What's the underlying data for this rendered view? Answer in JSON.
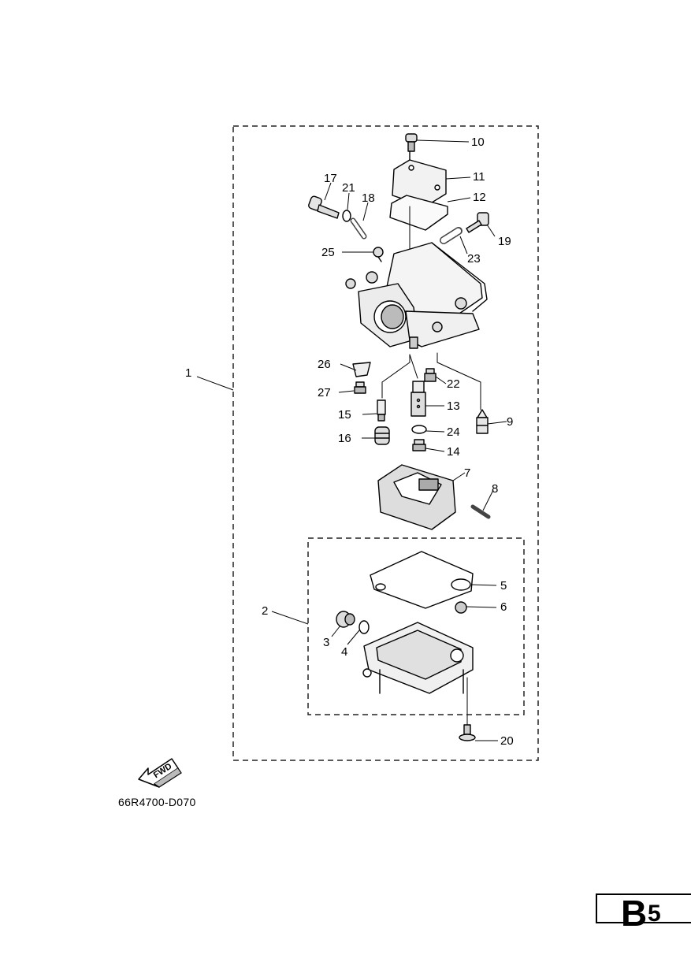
{
  "diagram_code": "66R4700-D070",
  "page_label": {
    "letter": "B",
    "number": "5"
  },
  "fwd_label": "FWD",
  "callouts": [
    {
      "id": "1",
      "label": "1"
    },
    {
      "id": "2",
      "label": "2"
    },
    {
      "id": "3",
      "label": "3"
    },
    {
      "id": "4",
      "label": "4"
    },
    {
      "id": "5",
      "label": "5"
    },
    {
      "id": "6",
      "label": "6"
    },
    {
      "id": "7",
      "label": "7"
    },
    {
      "id": "8",
      "label": "8"
    },
    {
      "id": "9",
      "label": "9"
    },
    {
      "id": "10",
      "label": "10"
    },
    {
      "id": "11",
      "label": "11"
    },
    {
      "id": "12",
      "label": "12"
    },
    {
      "id": "13",
      "label": "13"
    },
    {
      "id": "14",
      "label": "14"
    },
    {
      "id": "15",
      "label": "15"
    },
    {
      "id": "16",
      "label": "16"
    },
    {
      "id": "17",
      "label": "17"
    },
    {
      "id": "18",
      "label": "18"
    },
    {
      "id": "19",
      "label": "19"
    },
    {
      "id": "20",
      "label": "20"
    },
    {
      "id": "21",
      "label": "21"
    },
    {
      "id": "22",
      "label": "22"
    },
    {
      "id": "23",
      "label": "23"
    },
    {
      "id": "24",
      "label": "24"
    },
    {
      "id": "25",
      "label": "25"
    },
    {
      "id": "26",
      "label": "26"
    },
    {
      "id": "27",
      "label": "27"
    }
  ]
}
